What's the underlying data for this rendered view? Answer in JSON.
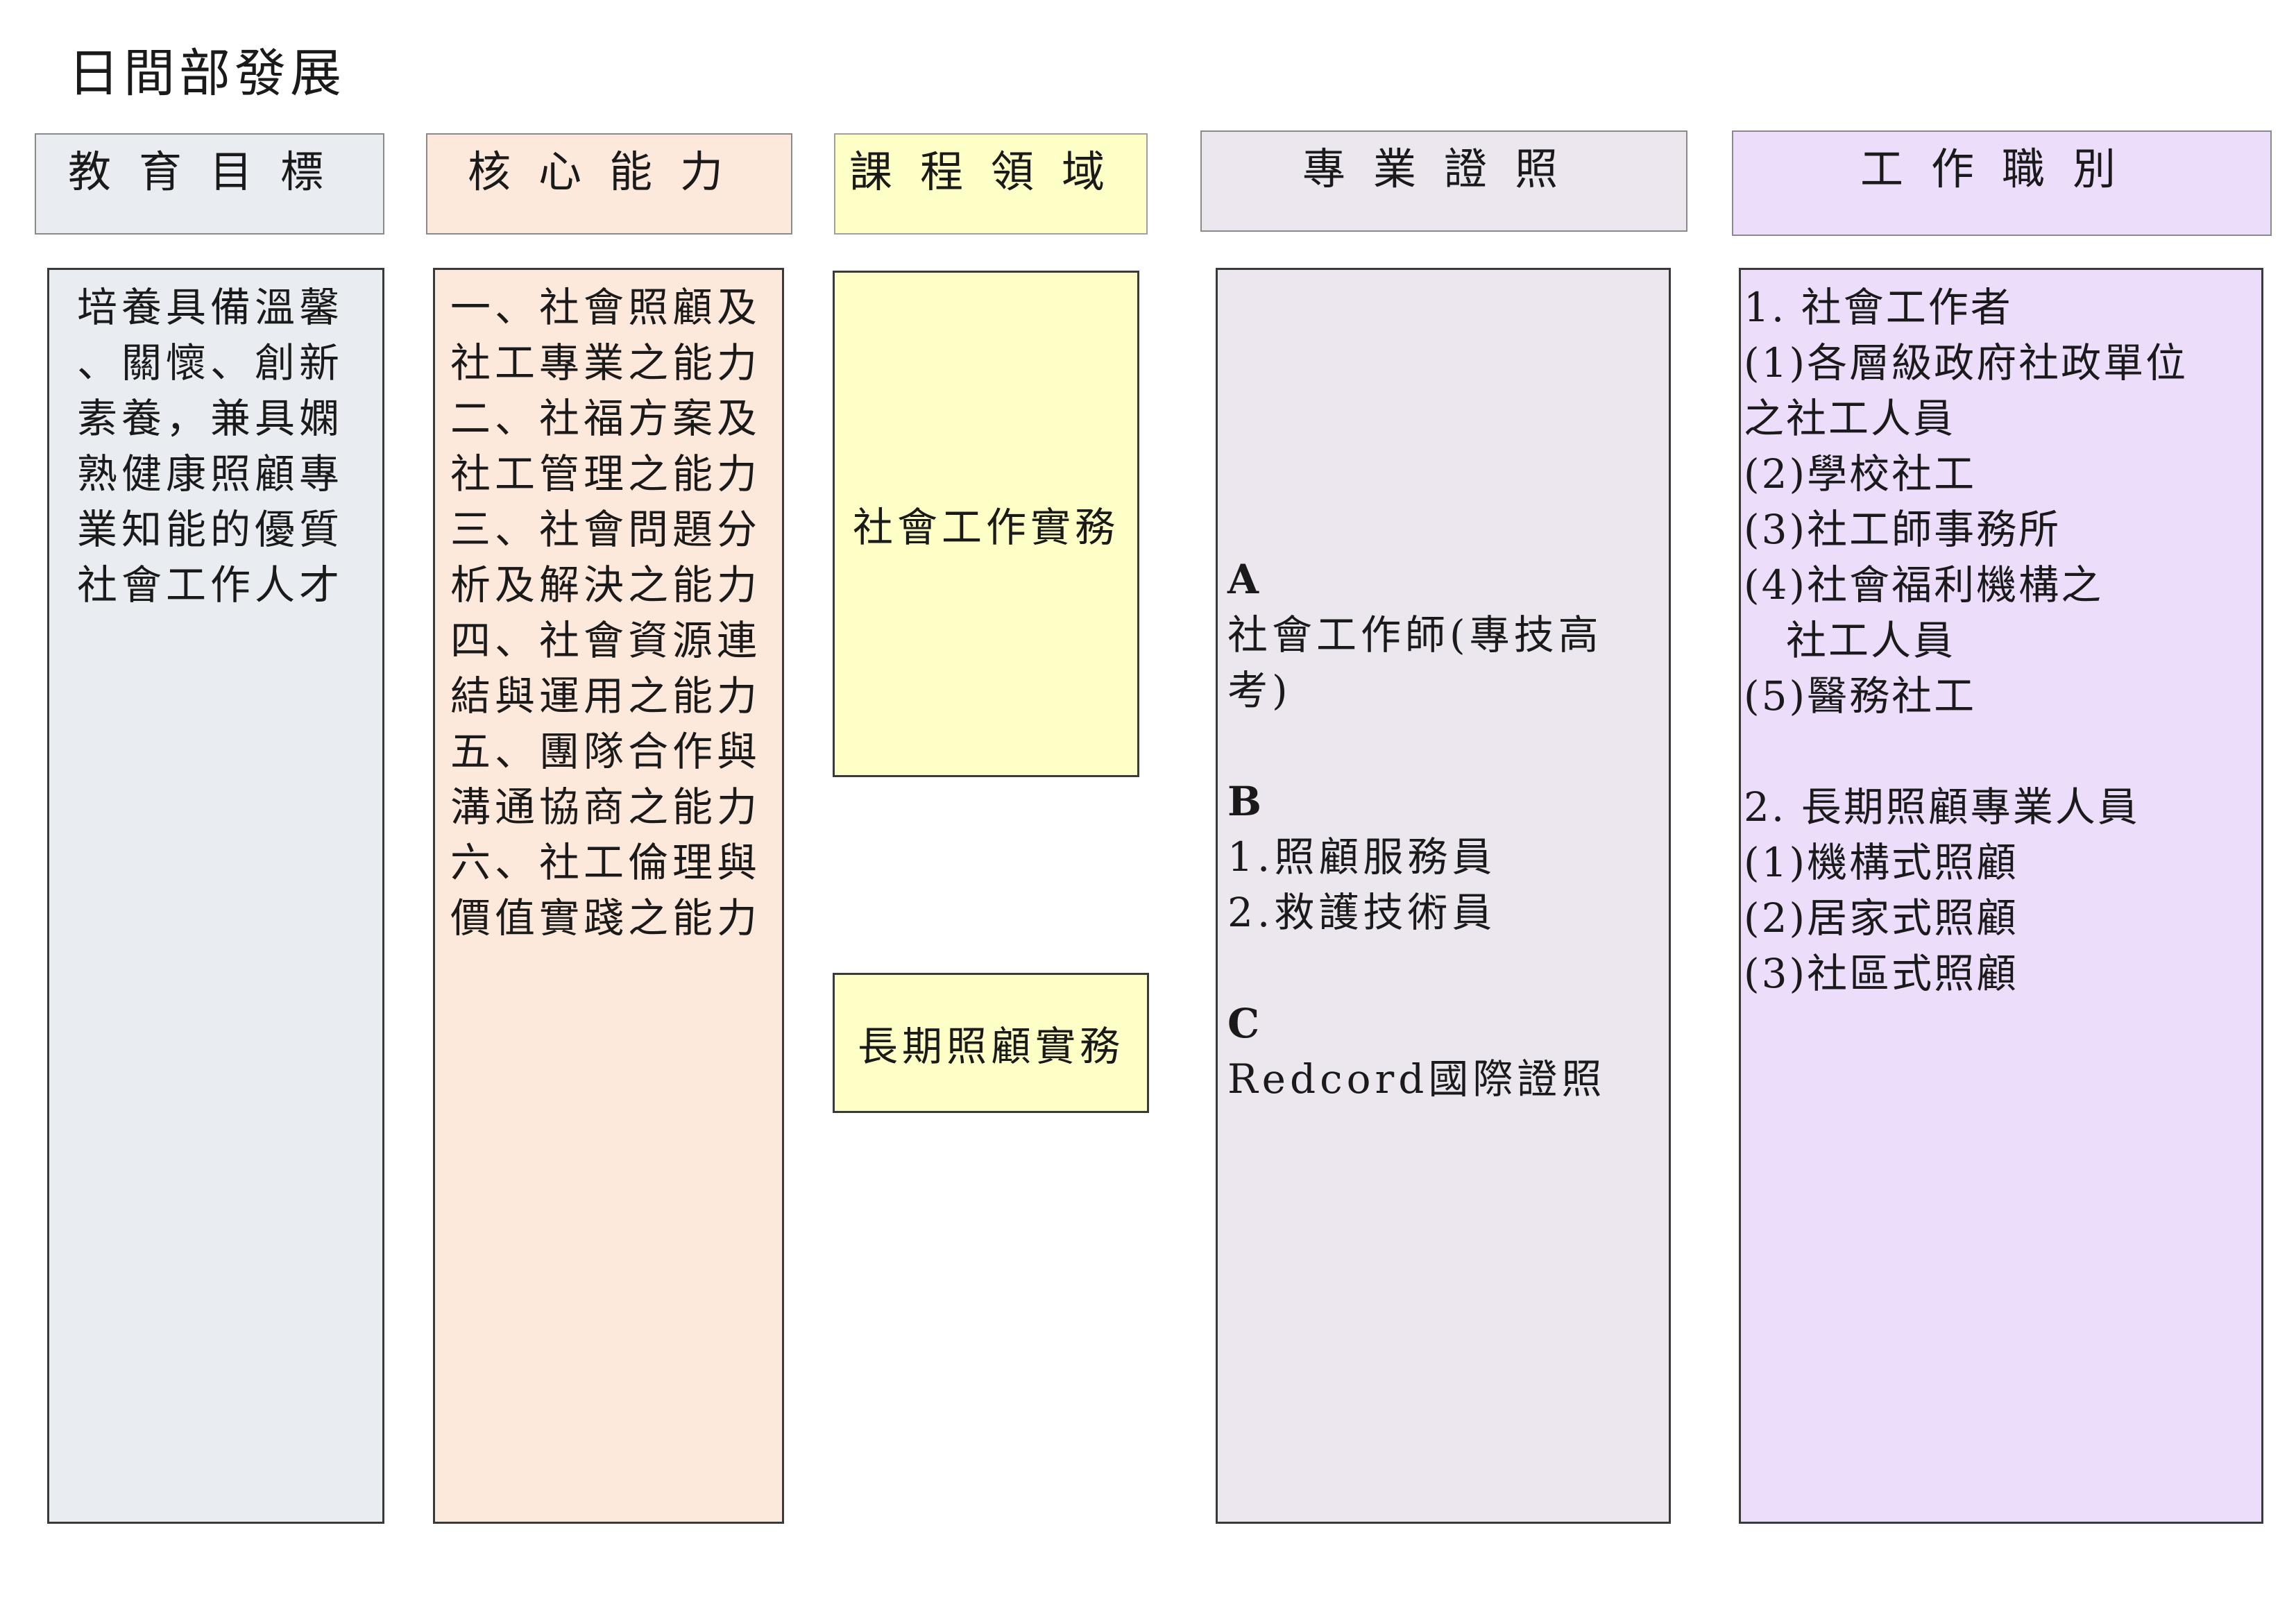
{
  "page_title": "日間部發展",
  "headers": {
    "goals": "教育目標",
    "abilities": "核心能力",
    "courses": "課程領域",
    "certificates": "專業證照",
    "jobs": "工作職別"
  },
  "goals": {
    "lines": [
      "培養具備溫馨",
      "、關懷、創新",
      "素養，兼具嫻",
      "熟健康照顧專",
      "業知能的優質",
      "社會工作人才"
    ]
  },
  "abilities": {
    "lines": [
      "一、社會照顧及",
      "社工專業之能力",
      "二、社福方案及",
      "社工管理之能力",
      "三、社會問題分",
      "析及解決之能力",
      "四、社會資源連",
      "結與運用之能力",
      "五、團隊合作與",
      "溝通協商之能力",
      "六、社工倫理與",
      "價值實踐之能力"
    ]
  },
  "courses": {
    "course1": "社會工作實務",
    "course2": "長期照顧實務"
  },
  "certificates": {
    "a_label": "A",
    "a_line1": "社會工作師(專技高",
    "a_line2": "考)",
    "b_label": "B",
    "b_item1": "1.照顧服務員",
    "b_item2": "2.救護技術員",
    "c_label": "C",
    "c_item1": "Redcord國際證照"
  },
  "jobs": {
    "lines": [
      "1. 社會工作者",
      "(1)各層級政府社政單位",
      "之社工人員",
      "(2)學校社工",
      "(3)社工師事務所",
      "(4)社會福利機構之",
      "　社工人員",
      "(5)醫務社工",
      "",
      "2. 長期照顧專業人員",
      "(1)機構式照顧",
      "(2)居家式照顧",
      "(3)社區式照顧"
    ]
  },
  "colors": {
    "goals_bg": "#e9edf2",
    "abilities_bg": "#fde8dc",
    "courses_bg": "#fefec7",
    "certificates_bg": "#ece7ef",
    "jobs_bg": "#ecdefa"
  }
}
